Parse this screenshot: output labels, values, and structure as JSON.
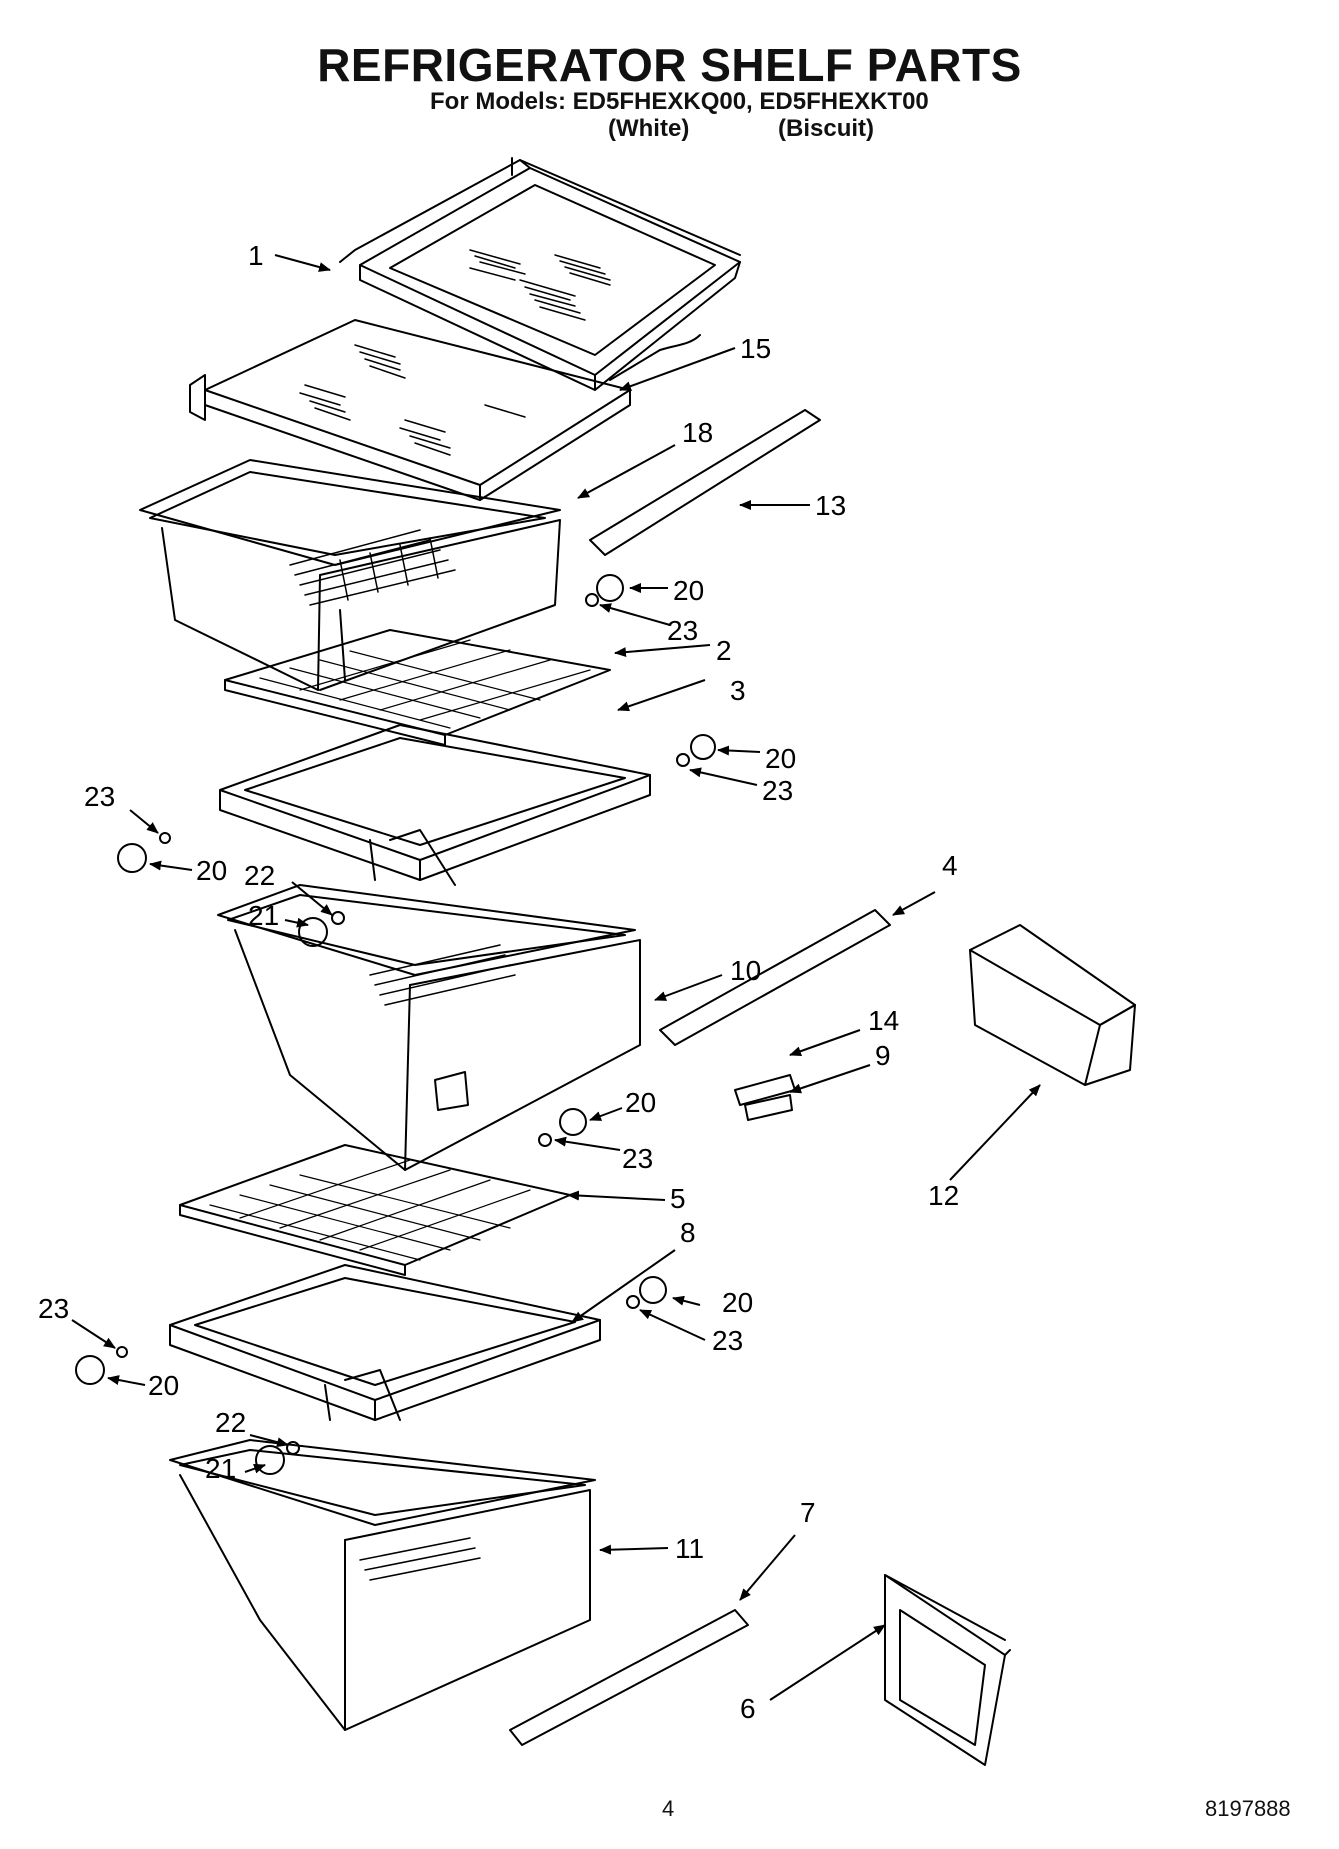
{
  "header": {
    "title": "REFRIGERATOR SHELF PARTS",
    "models_line": "For Models: ED5FHEXKQ00, ED5FHEXKT00",
    "variants": [
      "(White)",
      "(Biscuit)"
    ]
  },
  "callouts": [
    "1",
    "15",
    "18",
    "13",
    "20",
    "23",
    "2",
    "3",
    "20",
    "23",
    "23",
    "20",
    "22",
    "21",
    "4",
    "10",
    "14",
    "9",
    "20",
    "23",
    "12",
    "5",
    "8",
    "20",
    "23",
    "23",
    "20",
    "22",
    "21",
    "7",
    "11",
    "6"
  ],
  "footer": {
    "page_number": "4",
    "doc_number": "8197888"
  }
}
